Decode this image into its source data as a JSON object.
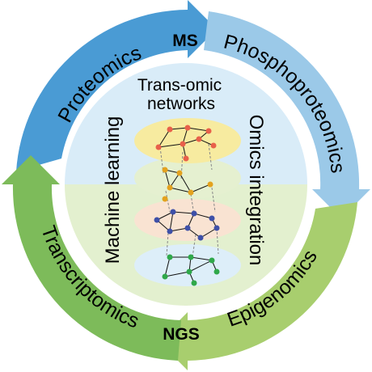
{
  "labels": {
    "proteomics": "Proteomics",
    "ms": "MS",
    "phosphoproteomics": "Phosphoproteomics",
    "epigenomics": "Epigenomics",
    "ngs": "NGS",
    "transcriptomics": "Transcriptomics",
    "center_title_line1": "Trans-omic",
    "center_title_line2": "networks",
    "machine_learning": "Machine learning",
    "omics_integration": "Omics integration"
  },
  "colors": {
    "proteomics_blue": "#4A9BD4",
    "phospho_blue": "#9BC9E8",
    "epigenomics_green": "#A8CE6E",
    "transcriptomics_green": "#7DBB5A",
    "inner_blue": "#D9ECF8",
    "inner_green": "#E3F0CF",
    "layer_yellow": "#F7EBA0",
    "layer_green": "#E5F0D0",
    "layer_peach": "#F9E3D2",
    "layer_blue": "#DDEEF9",
    "node_red": "#E8604A",
    "node_orange": "#E3A21F",
    "node_purple": "#3E50A8",
    "node_green": "#2FA84A"
  },
  "icons": {
    "network": "stacked-network-icon"
  }
}
